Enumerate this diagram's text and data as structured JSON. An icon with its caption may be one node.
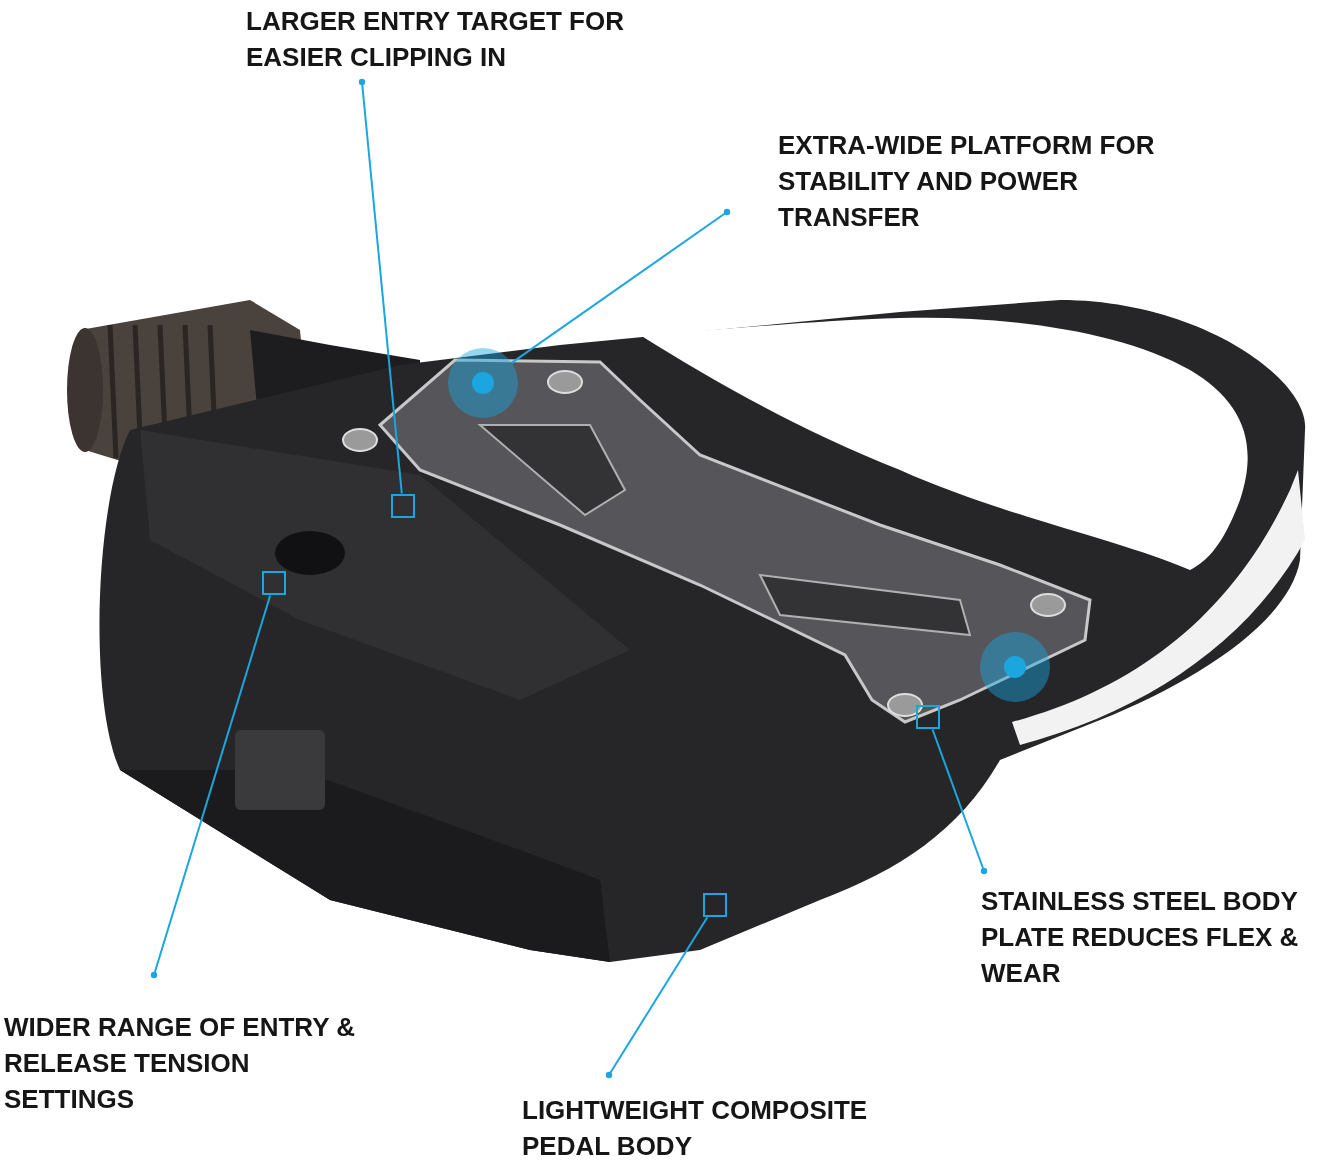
{
  "diagram": {
    "nodes": [
      {
        "text": [
          "LARGER ENTRY TARGET FOR EASIER CLIPPING IN"
        ]
      },
      {
        "text": [
          "EXTRA-WIDE PLATFORM FOR STABILITY AND POWER TRANSFER"
        ]
      },
      {
        "text": [],
        "shape": "circle"
      },
      {
        "text": [],
        "shape": "box"
      },
      {
        "text": [],
        "shape": "box"
      },
      {
        "text": [],
        "shape": "circle"
      },
      {
        "text": [],
        "shape": "box"
      },
      {
        "text": [],
        "shape": "box"
      },
      {
        "text": [
          "STAINLESS STEEL BODY PLATE REDUCES FLEX & WEAR"
        ]
      },
      {
        "text": [
          "WIDER RANGE OF ENTRY & RELEASE TENSION SETTINGS"
        ]
      },
      {
        "text": [
          "LIGHTWEIGHT COMPOSITE PEDAL BODY"
        ]
      }
    ],
    "edges": [
      {
        "from": 0,
        "to": 3,
        "arrow": "other"
      },
      {
        "from": 1,
        "to": 2,
        "arrow": "other"
      },
      {
        "from": 8,
        "to": 6,
        "arrow": "other"
      },
      {
        "from": 9,
        "to": 4,
        "arrow": "other"
      },
      {
        "from": 10,
        "to": 7,
        "arrow": "other"
      }
    ]
  }
}
